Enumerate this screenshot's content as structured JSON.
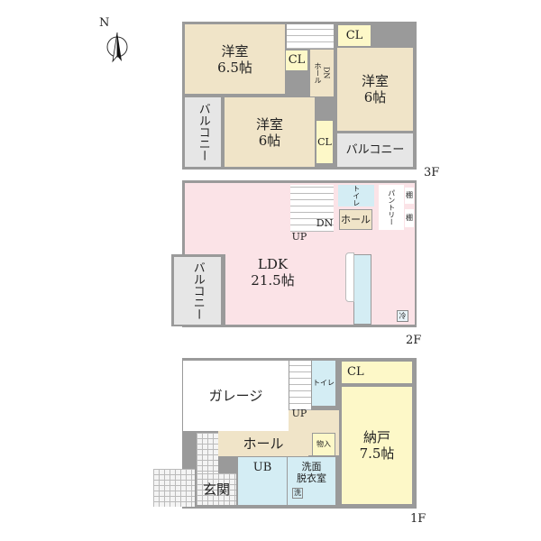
{
  "compass": {
    "label": "N"
  },
  "floors": {
    "f3": {
      "label": "3F",
      "rooms": {
        "western_a": "洋室\n6.5帖",
        "western_b": "洋室\n6帖",
        "western_c": "洋室\n6帖",
        "cl_a": "CL",
        "cl_b": "CL",
        "cl_c": "CL",
        "hall": "DN\nホール",
        "balcony_left": "バルコニー",
        "balcony_right": "バルコニー"
      }
    },
    "f2": {
      "label": "2F",
      "rooms": {
        "ldk": "LDK\n21.5帖",
        "toilet": "トイレ",
        "hall": "ホール",
        "pantry": "パントリー",
        "shelf_a": "棚",
        "shelf_b": "棚",
        "balcony": "バルコニー",
        "up": "UP",
        "dn": "DN",
        "fridge": "冷"
      }
    },
    "f1": {
      "label": "1F",
      "rooms": {
        "garage": "ガレージ",
        "toilet": "トイレ",
        "cl": "CL",
        "storage": "納戸\n7.5帖",
        "hall": "ホール",
        "up": "UP",
        "closet": "物入",
        "bath": "UB",
        "washroom": "洗面\n脱衣室",
        "washer": "洗",
        "entrance": "玄関"
      }
    }
  },
  "colors": {
    "room": "#f0e4c8",
    "closet": "#fdf8c8",
    "wet": "#d4edf4",
    "ldk": "#fbe3e7",
    "balcony": "#e6e6e6",
    "wall": "#9a9a9a"
  }
}
